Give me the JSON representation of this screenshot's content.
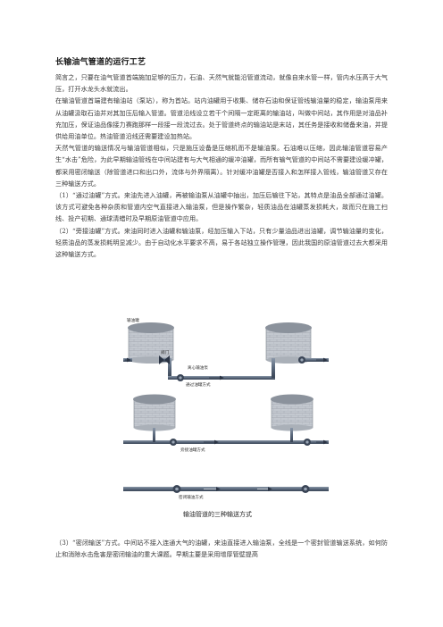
{
  "doc": {
    "title": "长输油气管道的运行工艺",
    "paragraphs": [
      "简言之，只要在油气管道首端施加足够的压力，石油、天然气就能沿管道流动，就像自来水管一样，管内水压高于大气压，打开水龙头水就流出。",
      "在输油管道首端建有输油站（泵站），称为首站。站内油罐用于收集、储存石油和保证管线输油量的稳定，输油泵用来从油罐汲取石油并对其加压后输入管道。管道沿线设立若干个间隔一定距离的输油站，叫做中间站，其作用是对油品补充加压，保证油品像接力赛跑那样一段接一段流过去。处于管道终点的输油站是末站，其任务是接收和储备来油，并提供给用油单位。热油管道沿线还需要建设加热站。",
      "天然气管道的输送情况与输油管道相似，只是施压设备是压缩机而不是输油泵。石油难以压缩，因此输油管道容易产生“水击”危险，为此早期输油管线在中间站建有与大气相通的缓冲油罐，而所有输气管道的中间站不需要建设缓冲罐，都采用密闭输送（除管道进口和出口外，流体与外界隔离）。针对缓冲油罐是否接入和怎样接入管线，输油管道又存在三种输送方式。",
      "（1）“通过油罐”方式。来油先进入油罐，再被输油泵从油罐中抽出，加压后输往下站，其特点是油品全部通过油罐。该方式可避免各种杂质和管道内空气直接进入输油泵，但是操作繁杂，轻质油品在油罐蒸发损耗大，故而只在施工扫线、投产初期、通球清蜡时及早期原油管道中应用。",
      "（2）“旁接油罐”方式。来油同时进入油罐和输油泵，经加压输入下站，只有少量油品进出油罐，调节输油量的变化，轻质油品的蒸发损耗明显减少。由于自动化水平要求不高，易于各站独立操作管理，因此我国的原油管道过去大都采用这种输送方式。"
    ],
    "paragraphs_after": [
      "（3）“密闭输送”方式。中间站不接入连通大气的油罐，来油直接进入输油泵，全线是一个密封管道输送系统，如何防止和消除水击危害是密闭输油的重大课题。早期主要是采用增厚管壁提高"
    ]
  },
  "figure": {
    "caption": "输油管道的三种输送方式",
    "labels": {
      "tank": "输油罐",
      "valve": "阀门",
      "pump": "离心输油泵",
      "mode1": "通过油罐方式",
      "mode2": "旁接油罐方式",
      "mode3": "密闭输油方式"
    },
    "colors": {
      "pipe": "#4a5a6e",
      "tank_wall": "#b9bec6",
      "tank_roof": "#8b929c",
      "arrow": "#2b3444"
    }
  }
}
